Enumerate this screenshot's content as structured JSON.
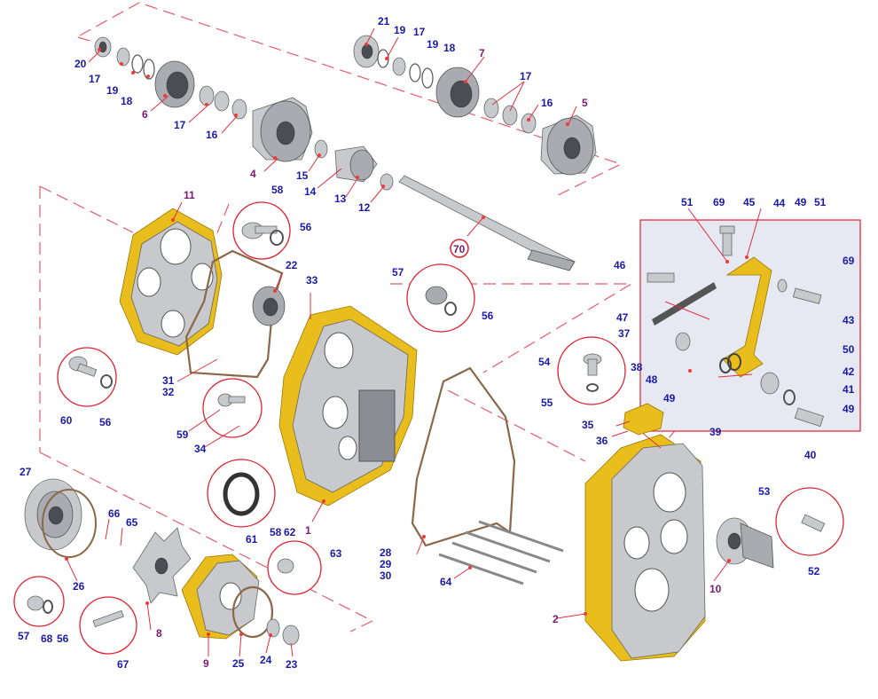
{
  "colors": {
    "label_blue": "#1a1aa8",
    "label_purple": "#7a1a70",
    "callout_red": "#e02030",
    "housing_gold": "#e8bd1c",
    "metal_gray": "#c7c9cc",
    "panel_bg": "#e6e8f2"
  },
  "labels": [
    {
      "id": "l21",
      "text": "21",
      "style": "blue"
    },
    {
      "id": "l19a",
      "text": "19",
      "style": "blue"
    },
    {
      "id": "l17a",
      "text": "17",
      "style": "blue"
    },
    {
      "id": "l19b",
      "text": "19",
      "style": "blue"
    },
    {
      "id": "l18a",
      "text": "18",
      "style": "blue"
    },
    {
      "id": "l7",
      "text": "7",
      "style": "purple"
    },
    {
      "id": "l17b",
      "text": "17",
      "style": "blue"
    },
    {
      "id": "l16a",
      "text": "16",
      "style": "blue"
    },
    {
      "id": "l5",
      "text": "5",
      "style": "purple"
    },
    {
      "id": "l20",
      "text": "20",
      "style": "blue"
    },
    {
      "id": "l17c",
      "text": "17",
      "style": "blue"
    },
    {
      "id": "l19c",
      "text": "19",
      "style": "blue"
    },
    {
      "id": "l18b",
      "text": "18",
      "style": "blue"
    },
    {
      "id": "l6",
      "text": "6",
      "style": "purple"
    },
    {
      "id": "l17d",
      "text": "17",
      "style": "blue"
    },
    {
      "id": "l16b",
      "text": "16",
      "style": "blue"
    },
    {
      "id": "l4",
      "text": "4",
      "style": "purple"
    },
    {
      "id": "l15",
      "text": "15",
      "style": "blue"
    },
    {
      "id": "l14",
      "text": "14",
      "style": "blue"
    },
    {
      "id": "l13",
      "text": "13",
      "style": "blue"
    },
    {
      "id": "l12",
      "text": "12",
      "style": "blue"
    },
    {
      "id": "l11",
      "text": "11",
      "style": "purple"
    },
    {
      "id": "l58a",
      "text": "58",
      "style": "blue"
    },
    {
      "id": "l56a",
      "text": "56",
      "style": "blue"
    },
    {
      "id": "l22",
      "text": "22",
      "style": "blue"
    },
    {
      "id": "l33",
      "text": "33",
      "style": "blue"
    },
    {
      "id": "l57a",
      "text": "57",
      "style": "blue"
    },
    {
      "id": "l56b",
      "text": "56",
      "style": "blue"
    },
    {
      "id": "l70",
      "text": "70",
      "style": "purple"
    },
    {
      "id": "l51a",
      "text": "51",
      "style": "blue"
    },
    {
      "id": "l69a",
      "text": "69",
      "style": "blue"
    },
    {
      "id": "l45",
      "text": "45",
      "style": "blue"
    },
    {
      "id": "l44",
      "text": "44",
      "style": "blue"
    },
    {
      "id": "l49a",
      "text": "49",
      "style": "blue"
    },
    {
      "id": "l51b",
      "text": "51",
      "style": "blue"
    },
    {
      "id": "l46",
      "text": "46",
      "style": "blue"
    },
    {
      "id": "l69b",
      "text": "69",
      "style": "blue"
    },
    {
      "id": "l47",
      "text": "47",
      "style": "blue"
    },
    {
      "id": "l37",
      "text": "37",
      "style": "blue"
    },
    {
      "id": "l43",
      "text": "43",
      "style": "blue"
    },
    {
      "id": "l38",
      "text": "38",
      "style": "blue"
    },
    {
      "id": "l50",
      "text": "50",
      "style": "blue"
    },
    {
      "id": "l48",
      "text": "48",
      "style": "blue"
    },
    {
      "id": "l42",
      "text": "42",
      "style": "blue"
    },
    {
      "id": "l49b",
      "text": "49",
      "style": "blue"
    },
    {
      "id": "l41",
      "text": "41",
      "style": "blue"
    },
    {
      "id": "l49c",
      "text": "49",
      "style": "blue"
    },
    {
      "id": "l39",
      "text": "39",
      "style": "blue"
    },
    {
      "id": "l40",
      "text": "40",
      "style": "blue"
    },
    {
      "id": "l54",
      "text": "54",
      "style": "blue"
    },
    {
      "id": "l55",
      "text": "55",
      "style": "blue"
    },
    {
      "id": "l35",
      "text": "35",
      "style": "blue"
    },
    {
      "id": "l36",
      "text": "36",
      "style": "blue"
    },
    {
      "id": "l31",
      "text": "31",
      "style": "blue"
    },
    {
      "id": "l32",
      "text": "32",
      "style": "blue"
    },
    {
      "id": "l60",
      "text": "60",
      "style": "blue"
    },
    {
      "id": "l56c",
      "text": "56",
      "style": "blue"
    },
    {
      "id": "l59",
      "text": "59",
      "style": "blue"
    },
    {
      "id": "l34",
      "text": "34",
      "style": "blue"
    },
    {
      "id": "l61",
      "text": "61",
      "style": "blue"
    },
    {
      "id": "l1",
      "text": "1",
      "style": "purple"
    },
    {
      "id": "l27",
      "text": "27",
      "style": "blue"
    },
    {
      "id": "l66",
      "text": "66",
      "style": "blue"
    },
    {
      "id": "l65",
      "text": "65",
      "style": "blue"
    },
    {
      "id": "l58b",
      "text": "58",
      "style": "blue"
    },
    {
      "id": "l62",
      "text": "62",
      "style": "blue"
    },
    {
      "id": "l63",
      "text": "63",
      "style": "blue"
    },
    {
      "id": "l26",
      "text": "26",
      "style": "blue"
    },
    {
      "id": "l28",
      "text": "28",
      "style": "blue"
    },
    {
      "id": "l29",
      "text": "29",
      "style": "blue"
    },
    {
      "id": "l30",
      "text": "30",
      "style": "blue"
    },
    {
      "id": "l64",
      "text": "64",
      "style": "blue"
    },
    {
      "id": "l53",
      "text": "53",
      "style": "blue"
    },
    {
      "id": "l52",
      "text": "52",
      "style": "blue"
    },
    {
      "id": "l10",
      "text": "10",
      "style": "purple"
    },
    {
      "id": "l2",
      "text": "2",
      "style": "purple"
    },
    {
      "id": "l8",
      "text": "8",
      "style": "purple"
    },
    {
      "id": "l57b",
      "text": "57",
      "style": "blue"
    },
    {
      "id": "l68",
      "text": "68",
      "style": "blue"
    },
    {
      "id": "l56d",
      "text": "56",
      "style": "blue"
    },
    {
      "id": "l67",
      "text": "67",
      "style": "blue"
    },
    {
      "id": "l9",
      "text": "9",
      "style": "purple"
    },
    {
      "id": "l25",
      "text": "25",
      "style": "blue"
    },
    {
      "id": "l24",
      "text": "24",
      "style": "blue"
    },
    {
      "id": "l23",
      "text": "23",
      "style": "blue"
    }
  ]
}
